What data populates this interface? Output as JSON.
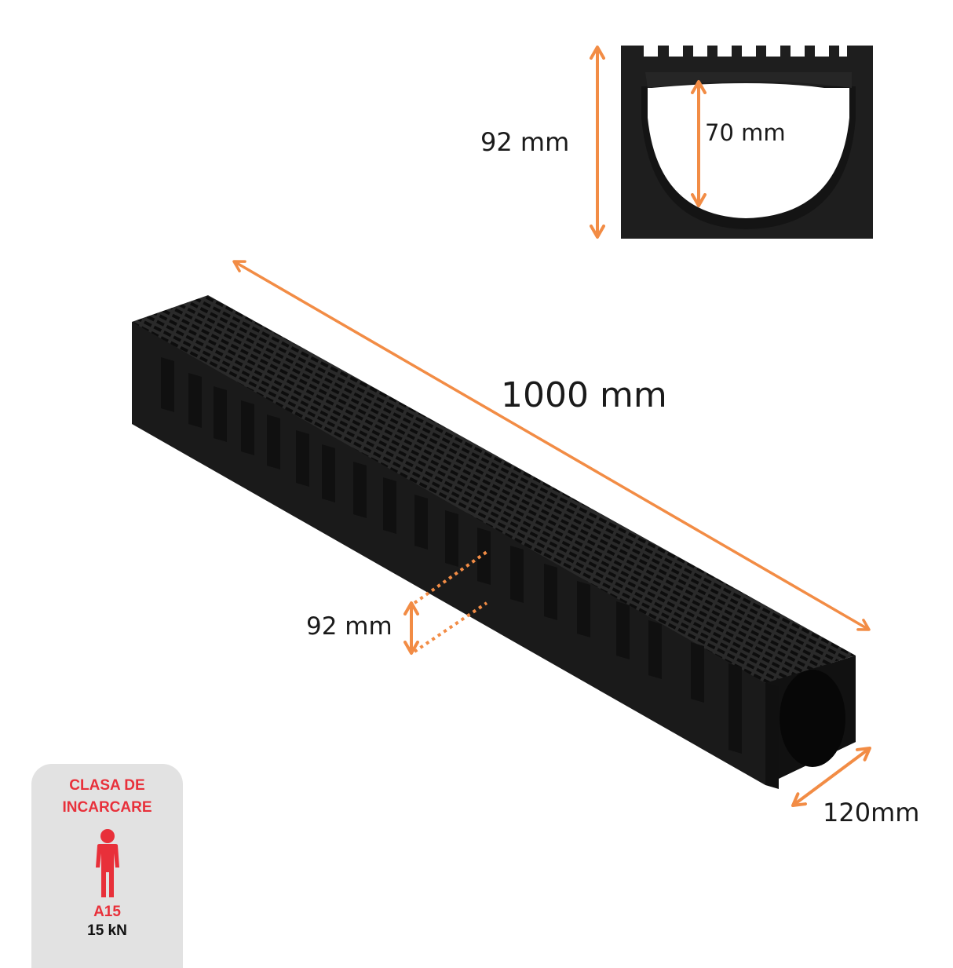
{
  "colors": {
    "dimension_arrow": "#f28c45",
    "product": "#1c1c1c",
    "badge_bg": "#e2e2e2",
    "badge_accent": "#e8303a",
    "text": "#1a1a1a"
  },
  "cross_section": {
    "overall_height_label": "92 mm",
    "inner_depth_label": "70 mm"
  },
  "channel": {
    "length_label": "1000 mm",
    "height_label": "92 mm",
    "width_label": "120mm"
  },
  "load_badge": {
    "title_line1": "CLASA DE",
    "title_line2": "INCARCARE",
    "icon": "person-icon",
    "class": "A15",
    "load": "15 kN"
  }
}
